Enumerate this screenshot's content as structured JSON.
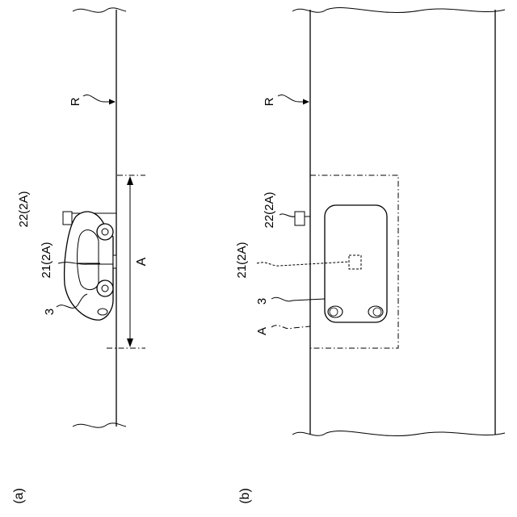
{
  "panel_a": {
    "caption": "(a)",
    "road_label": "R",
    "area_label": "A",
    "device_22_label": "22(2A)",
    "device_21_label": "21(2A)",
    "vehicle_label": "3"
  },
  "panel_b": {
    "caption": "(b)",
    "road_label": "R",
    "device_22_label": "22(2A)",
    "device_21_label": "21(2A)",
    "vehicle_label": "3",
    "area_label": "A"
  }
}
